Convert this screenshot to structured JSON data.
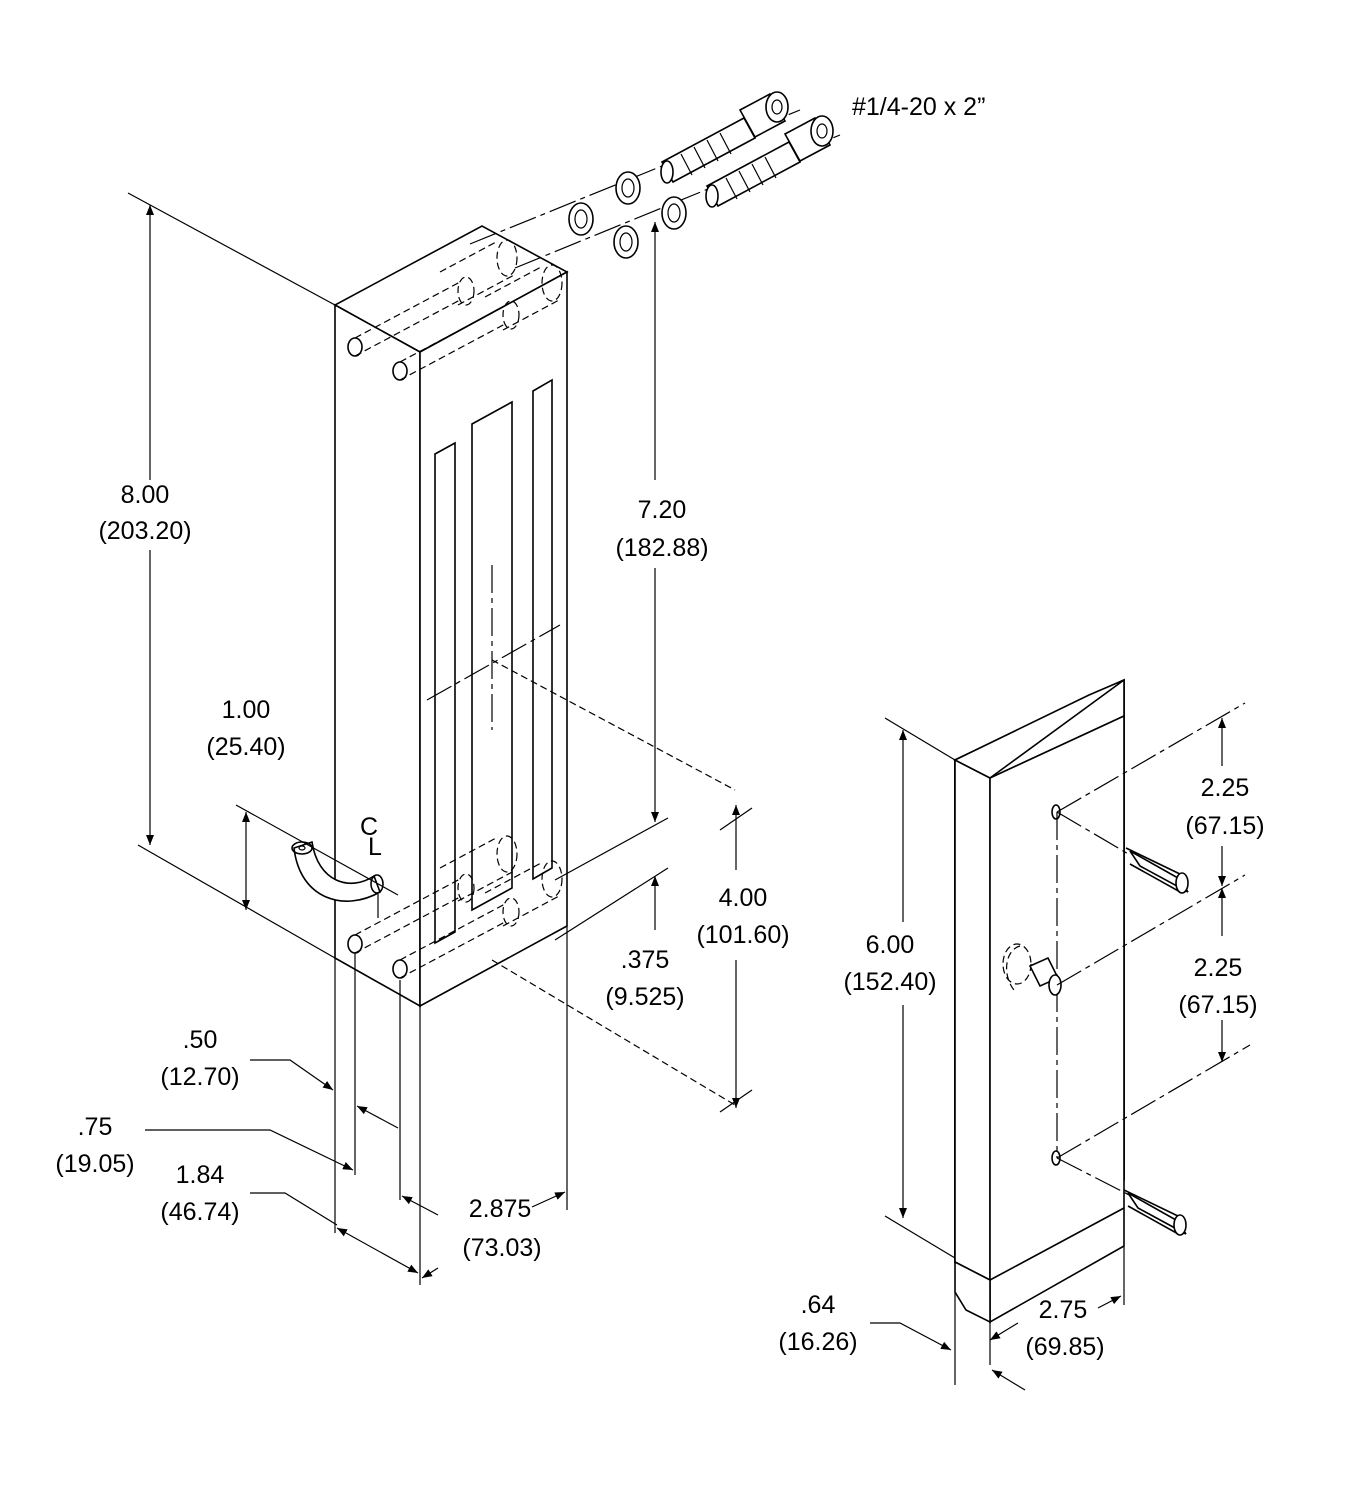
{
  "callouts": {
    "bolt": "#1/4-20 x 2”",
    "centerline": "C",
    "centerline_sub": "L"
  },
  "dimensions": {
    "height_8": {
      "in": "8.00",
      "mm": "(203.20)"
    },
    "height_7_20": {
      "in": "7.20",
      "mm": "(182.88)"
    },
    "handle_1_00": {
      "in": "1.00",
      "mm": "(25.40)"
    },
    "spacing_4_00": {
      "in": "4.00",
      "mm": "(101.60)"
    },
    "offset_375": {
      "in": ".375",
      "mm": "(9.525)"
    },
    "edge_50": {
      "in": ".50",
      "mm": "(12.70)"
    },
    "edge_75": {
      "in": ".75",
      "mm": "(19.05)"
    },
    "depth_1_84": {
      "in": "1.84",
      "mm": "(46.74)"
    },
    "width_2_875": {
      "in": "2.875",
      "mm": "(73.03)"
    },
    "height_6_00": {
      "in": "6.00",
      "mm": "(152.40)"
    },
    "pin_2_25_top": {
      "in": "2.25",
      "mm": "(67.15)"
    },
    "pin_2_25_bottom": {
      "in": "2.25",
      "mm": "(67.15)"
    },
    "thick_64": {
      "in": ".64",
      "mm": "(16.26)"
    },
    "width_2_75": {
      "in": "2.75",
      "mm": "(69.85)"
    }
  }
}
